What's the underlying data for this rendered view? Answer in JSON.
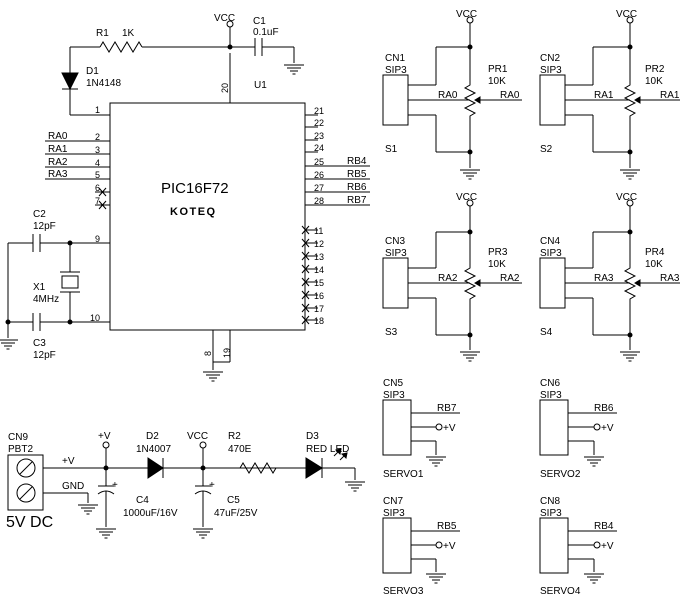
{
  "mcu": {
    "ref": "U1",
    "part": "PIC16F72",
    "brand": "KOTEQ"
  },
  "mcu_pins_left": [
    "1",
    "2",
    "3",
    "4",
    "5",
    "6",
    "7",
    "9",
    "10"
  ],
  "mcu_pins_right": [
    "21",
    "22",
    "23",
    "24",
    "25",
    "26",
    "27",
    "28",
    "11",
    "12",
    "13",
    "14",
    "15",
    "16",
    "17",
    "18"
  ],
  "mcu_pins_top": [
    "20"
  ],
  "mcu_pins_bottom": [
    "8",
    "19"
  ],
  "mcu_nets_left": [
    "RA0",
    "RA1",
    "RA2",
    "RA3"
  ],
  "mcu_nets_right": [
    "RB4",
    "RB5",
    "RB6",
    "RB7"
  ],
  "vcc": "VCC",
  "r1": {
    "ref": "R1",
    "value": "1K"
  },
  "d1": {
    "ref": "D1",
    "value": "1N4148"
  },
  "c1": {
    "ref": "C1",
    "value": "0.1uF"
  },
  "c2": {
    "ref": "C2",
    "value": "12pF"
  },
  "c3": {
    "ref": "C3",
    "value": "12pF"
  },
  "x1": {
    "ref": "X1",
    "value": "4MHz"
  },
  "pots": [
    {
      "cn": "CN1",
      "pkg": "SIP3",
      "pr": "PR1",
      "value": "10K",
      "net": "RA0",
      "s": "S1"
    },
    {
      "cn": "CN2",
      "pkg": "SIP3",
      "pr": "PR2",
      "value": "10K",
      "net": "RA1",
      "s": "S2"
    },
    {
      "cn": "CN3",
      "pkg": "SIP3",
      "pr": "PR3",
      "value": "10K",
      "net": "RA2",
      "s": "S3"
    },
    {
      "cn": "CN4",
      "pkg": "SIP3",
      "pr": "PR4",
      "value": "10K",
      "net": "RA3",
      "s": "S4"
    }
  ],
  "servos": [
    {
      "cn": "CN5",
      "pkg": "SIP3",
      "net": "RB7",
      "pwr": "+V",
      "name": "SERVO1"
    },
    {
      "cn": "CN6",
      "pkg": "SIP3",
      "net": "RB6",
      "pwr": "+V",
      "name": "SERVO2"
    },
    {
      "cn": "CN7",
      "pkg": "SIP3",
      "net": "RB5",
      "pwr": "+V",
      "name": "SERVO3"
    },
    {
      "cn": "CN8",
      "pkg": "SIP3",
      "net": "RB4",
      "pwr": "+V",
      "name": "SERVO4"
    }
  ],
  "power": {
    "cn9": "CN9",
    "terminal": "PBT2",
    "vplus": "+V",
    "gnd": "GND",
    "input": "5V DC",
    "plusv_top": "+V",
    "plus": "+",
    "d2": {
      "ref": "D2",
      "value": "1N4007"
    },
    "c4": {
      "ref": "C4",
      "value": "1000uF/16V"
    },
    "c5": {
      "ref": "C5",
      "value": "47uF/25V"
    },
    "r2": {
      "ref": "R2",
      "value": "470E"
    },
    "d3": {
      "ref": "D3",
      "value": "RED LED"
    }
  }
}
